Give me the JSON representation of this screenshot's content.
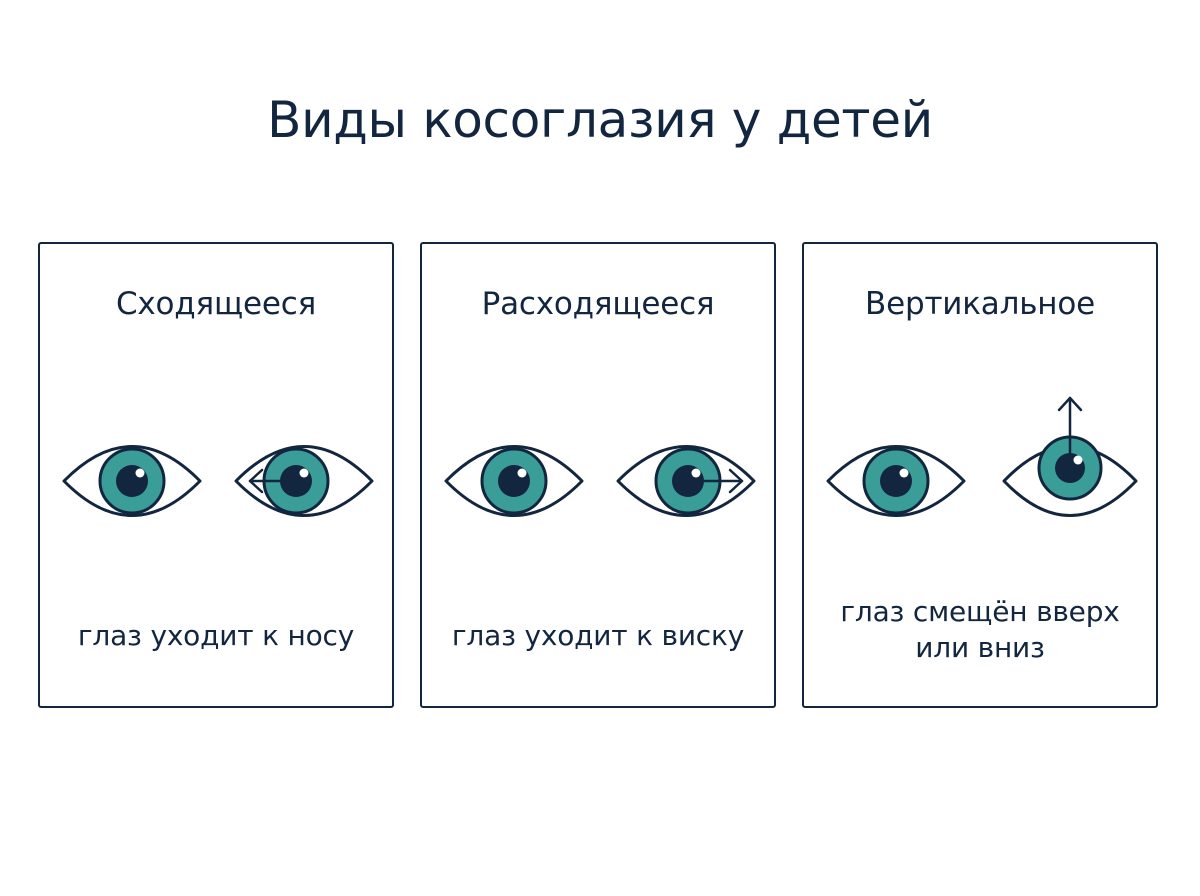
{
  "title": "Виды косоглазия у детей",
  "colors": {
    "outline": "#13263f",
    "iris": "#3a9d98",
    "pupil": "#13263f",
    "highlight": "#ffffff"
  },
  "cards": [
    {
      "title": "Сходящееся",
      "caption": "глаз уходит к носу",
      "arrow": "left-arrow-icon"
    },
    {
      "title": "Расходящееся",
      "caption": "глаз уходит к виску",
      "arrow": "right-arrow-icon"
    },
    {
      "title": "Вертикальное",
      "caption_lines": [
        "глаз смещён вверх",
        "или вниз"
      ],
      "arrow": "up-arrow-icon"
    }
  ]
}
